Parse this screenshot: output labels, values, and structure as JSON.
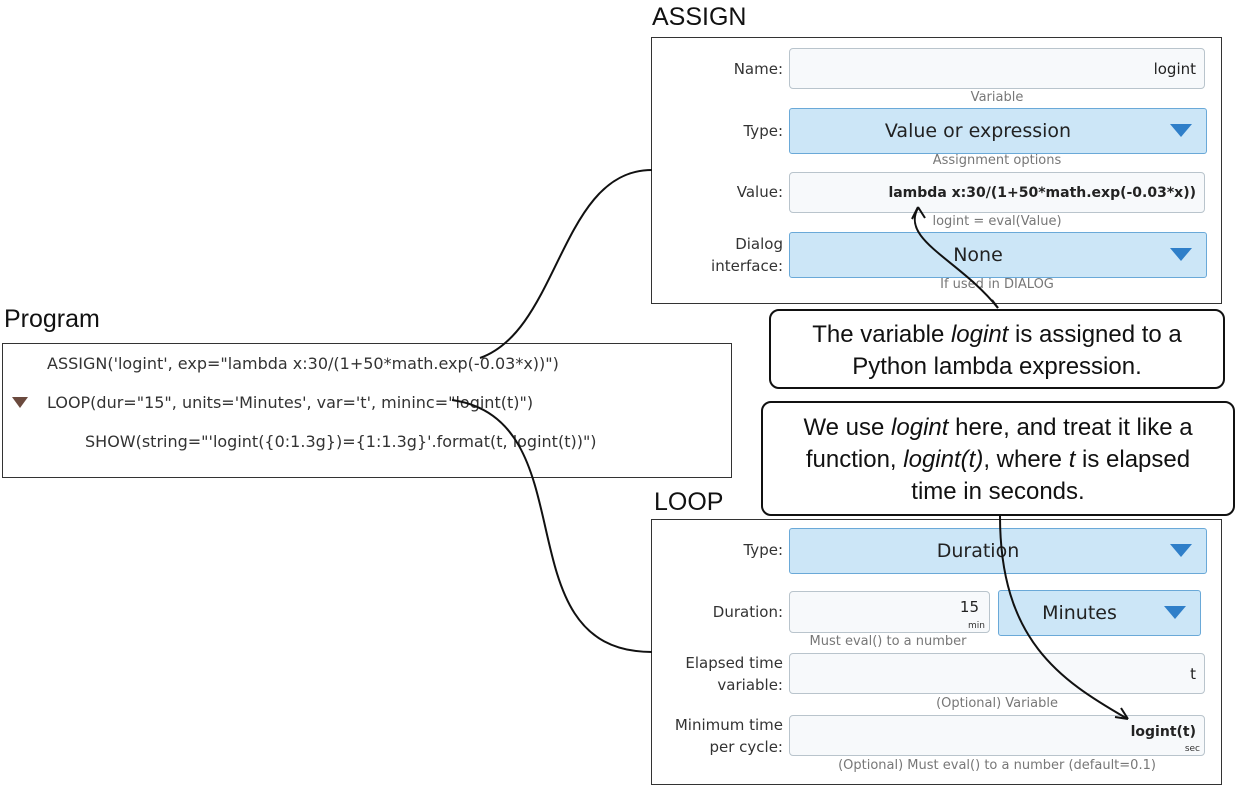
{
  "program": {
    "heading": "Program",
    "lines": [
      "ASSIGN('logint', exp=\"lambda x:30/(1+50*math.exp(-0.03*x))\")",
      "LOOP(dur=\"15\", units='Minutes', var='t', mininc=\"logint(t)\")",
      "SHOW(string=\"'logint({0:1.3g})={1:1.3g}'.format(t, logint(t))\")"
    ]
  },
  "assign": {
    "heading": "ASSIGN",
    "name_label": "Name:",
    "name_value": "logint",
    "name_hint": "Variable",
    "type_label": "Type:",
    "type_value": "Value or expression",
    "type_hint": "Assignment options",
    "value_label": "Value:",
    "value_value": "lambda x:30/(1+50*math.exp(-0.03*x))",
    "value_hint": "logint = eval(Value)",
    "dialog_label_1": "Dialog",
    "dialog_label_2": "interface:",
    "dialog_value": "None",
    "dialog_hint": "If used in DIALOG"
  },
  "loop": {
    "heading": "LOOP",
    "type_label": "Type:",
    "type_value": "Duration",
    "duration_label": "Duration:",
    "duration_value": "15",
    "duration_unit": "min",
    "units_value": "Minutes",
    "duration_hint": "Must eval() to a number",
    "elapsed_label_1": "Elapsed time",
    "elapsed_label_2": "variable:",
    "elapsed_value": "t",
    "elapsed_hint": "(Optional) Variable",
    "mintime_label_1": "Minimum time",
    "mintime_label_2": "per cycle:",
    "mintime_value": "logint(t)",
    "mintime_unit": "sec",
    "mintime_hint": "(Optional) Must eval() to a number (default=0.1)"
  },
  "callouts": {
    "c1_a": "The variable ",
    "c1_b": "logint",
    "c1_c": " is assigned to a",
    "c1_d": "Python lambda expression.",
    "c2_a": "We use ",
    "c2_b": "logint",
    "c2_c": " here, and treat it like a",
    "c2_d": "function, ",
    "c2_e": "logint(t)",
    "c2_f": ", where ",
    "c2_g": "t",
    "c2_h": " is elapsed",
    "c2_i": "time in seconds."
  },
  "colors": {
    "select_fill": "#cce6f7",
    "select_border": "#6aa9d8",
    "arrow": "#2f7fc9",
    "tree_arrow": "#6b4a3e"
  }
}
